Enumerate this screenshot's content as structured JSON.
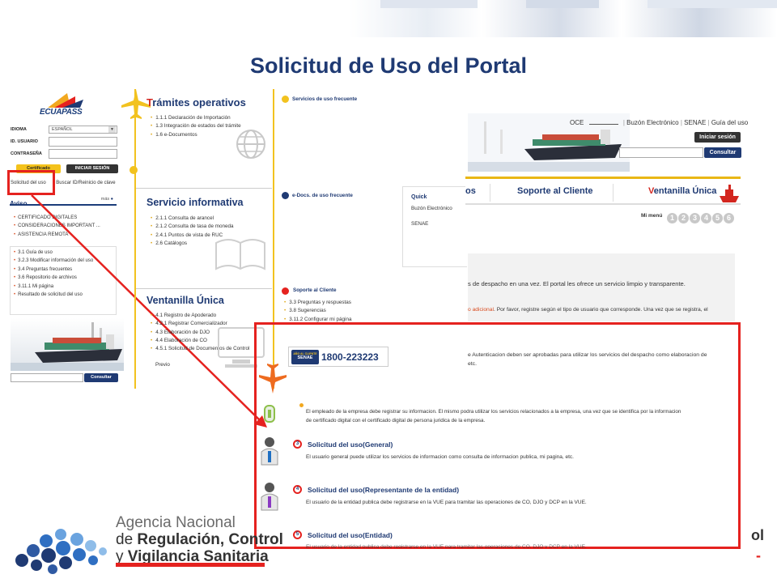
{
  "slide_title": "Solicitud de Uso del Portal",
  "login": {
    "logo_text": "ECUAPASS",
    "idioma_label": "IDIOMA",
    "idioma_value": "ESPAÑOL",
    "usuario_label": "ID. USUARIO",
    "contrasena_label": "CONTRASEÑA",
    "certificado_button": "Certificado",
    "iniciar_button": "INICIAR SESIÓN",
    "solicitud_link": "Solicitud del uso",
    "buscar_link": "Buscar ID/Reinicio de clave",
    "aviso_title": "Aviso",
    "mas_label": "más",
    "aviso_items": [
      "CERTIFICADO DIGITALES",
      "CONSIDERACIONES IMPORTANT ...",
      "ASISTENCIA REMOTA"
    ],
    "quick_items": [
      "3.1 Guía de uso",
      "3.2.3 Modificar información del uso",
      "3.4 Preguntas frecuentes",
      "3.6 Repositorio de archivos",
      "3.11.1 Mi página",
      "Resultado de solicitud del uso"
    ],
    "consultar_button": "Consultar"
  },
  "tramites": {
    "title_first": "T",
    "title_rest": "rámites operativos",
    "items": [
      "1.1.1 Declaración de Importación",
      "1.3 Integración de estados del trámite",
      "1.6 e-Documentos"
    ]
  },
  "servicio": {
    "title": "Servicio informativa",
    "items": [
      "2.1.1 Consulta de arancel",
      "2.1.2 Consulta de tasa de moneda",
      "2.4.1 Puntos de vista de RUC",
      "2.6 Catálogos"
    ]
  },
  "ventanilla": {
    "title": "Ventanilla Única",
    "items": [
      "4.1 Registro de Apoderado",
      "4.2.1 Registrar Comercializador",
      "4.3 Elaboración de DJO",
      "4.4 Elaboración de CO",
      "4.5.1 Solicitud de Documentos de Control",
      "Previo"
    ]
  },
  "frecuentes": {
    "servicios_title": "Servicios de uso frecuente",
    "edocs_title": "e-Docs. de uso frecuente",
    "soporte_title": "Soporte al Cliente",
    "soporte_items": [
      "3.3 Preguntas y respuestas",
      "3.8 Sugerencias",
      "3.11.2 Configurar mi página"
    ],
    "phone": "1800-223223",
    "phone_logo_top": "AÑO AL CLIENTE",
    "phone_logo_bottom": "SENAE"
  },
  "quick_popup": {
    "title": "Quick",
    "items": [
      "Buzón Electrónico",
      "SENAE"
    ]
  },
  "site": {
    "top_links": [
      "OCE",
      "Buzón Electrónico",
      "SENAE",
      "Guía del uso"
    ],
    "iniciar_button": "Iniciar sesión",
    "consultar_button": "Consultar",
    "nav_partial": "os",
    "nav_soporte": "Soporte al Cliente",
    "nav_ventanilla_first": "V",
    "nav_ventanilla_rest": "entanilla Única",
    "mi_menu_label": "Mi menú",
    "mi_menu_numbers": [
      "1",
      "2",
      "3",
      "4",
      "5",
      "6"
    ],
    "intro_line1": "s de despacho en una vez. El portal les ofrece un servicio limpio y transparente.",
    "intro_line2_link": "o adicional",
    "intro_line2_rest": ". Por favor, registre según el tipo de usuario que corresponde. Una vez que se registra, el",
    "autenticacion_line1": "e Autenticacion deben ser aprobadas para utilizar los servicios del despacho como elaboracion de",
    "autenticacion_line2": "etc.",
    "empleado_line1": "El empleado de la empresa debe registrar su informacion. El mismo podra utilizar los servicios relacionados a la empresa, una vez que se identifica por la informacion",
    "empleado_line2": "de certificado digital con el certificado digital de persona juridica de la empresa.",
    "entries": [
      {
        "num": "3",
        "title": "Solicitud del uso(General)",
        "desc": "El usuario general puede utilizar los servicios de informacion como consulta de informacion publica, mi pagina, etc."
      },
      {
        "num": "4",
        "title": "Solicitud del uso(Representante de la entidad)",
        "desc": "El usuario de la entidad publica debe registrarse en la VUE para tramitar las operaciones de CO, DJO y DCP en la VUE."
      },
      {
        "num": "5",
        "title": "Solicitud del uso(Entidad)",
        "desc": "El usuario de la entidad publica debe registrarse en la VUE para tramitar las operaciones de CO, DJO y DCP en la VUE."
      }
    ]
  },
  "agency": {
    "line1": "Agencia Nacional",
    "line2_prefix": "de ",
    "line2_bold": "Regulación, Control",
    "line3_prefix": "y ",
    "line3_bold": "Vigilancia Sanitaria",
    "right_partial_1": "ol",
    "right_partial_2": "-"
  },
  "colors": {
    "title_blue": "#1f3a73",
    "highlight_red": "#e5221f",
    "accent_yellow": "#f2c21f"
  }
}
